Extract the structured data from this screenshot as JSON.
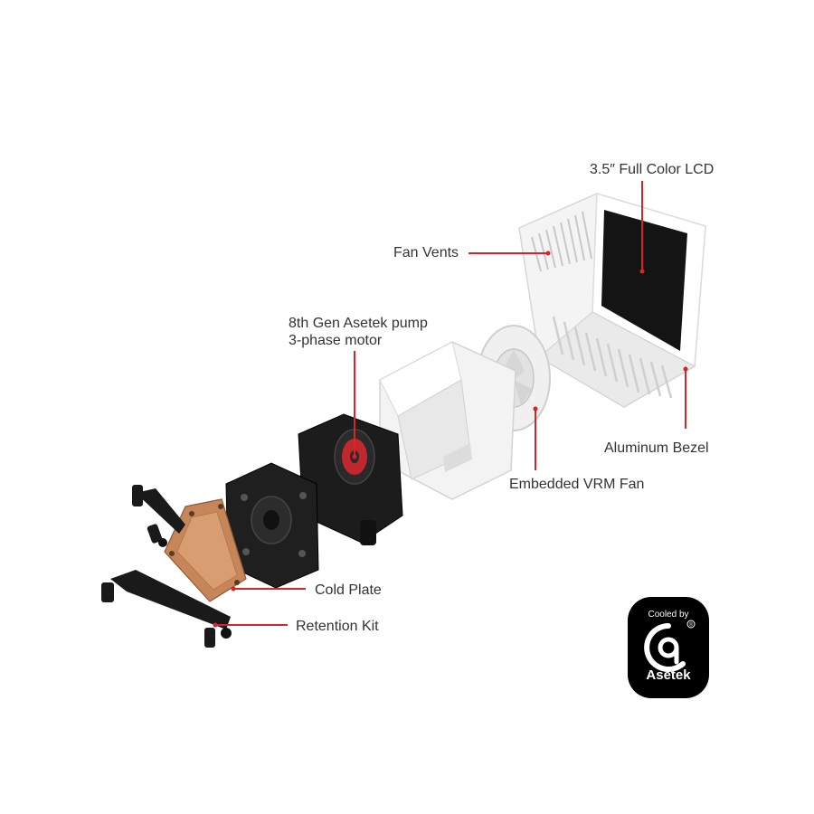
{
  "labels": {
    "lcd": "3.5″ Full Color LCD",
    "fan_vents": "Fan Vents",
    "pump_line1": "8th Gen Asetek pump",
    "pump_line2": "3-phase motor",
    "bezel": "Aluminum Bezel",
    "vrm_fan": "Embedded VRM Fan",
    "cold_plate": "Cold Plate",
    "retention_kit": "Retention Kit"
  },
  "badge": {
    "top_text": "Cooled by",
    "brand_text": "Asetek",
    "registered_mark": "®"
  },
  "colors": {
    "leader_line": "#d8232a",
    "label_text": "#333333",
    "badge_bg": "#000000",
    "housing_white": "#f2f2f2",
    "pump_black": "#1c1c1c",
    "copper": "#c7865a",
    "lcd_screen": "#141414"
  }
}
